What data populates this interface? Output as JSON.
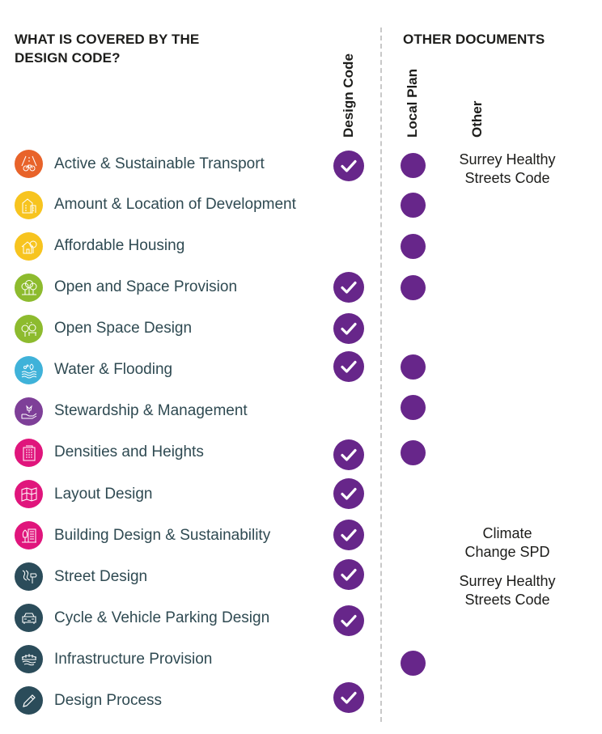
{
  "headings": {
    "main": "WHAT IS COVERED BY THE DESIGN CODE?",
    "main_line1": "WHAT IS COVERED BY THE",
    "main_line2": "DESIGN CODE?",
    "other_documents": "OTHER DOCUMENTS"
  },
  "columns": {
    "design_code": "Design Code",
    "local_plan": "Local Plan",
    "other": "Other"
  },
  "colors": {
    "marker_purple": "#67268a",
    "label_text": "#2f4a52",
    "heading_text": "#1d1d1b",
    "divider": "#c8c8c8",
    "orange": "#e8632a",
    "yellow": "#f7c41f",
    "lime": "#8dbb2e",
    "blue": "#3fb2d9",
    "purple": "#7e3f98",
    "magenta": "#e0157c",
    "slate": "#2b4c5a"
  },
  "rows": [
    {
      "label": "Active & Sustainable Transport",
      "icon": "bicycle-road-icon",
      "icon_color": "#e8632a",
      "design_code": true,
      "local_plan": true,
      "other": "Surrey Healthy Streets Code"
    },
    {
      "label": "Amount & Location of Development",
      "icon": "buildings-icon",
      "icon_color": "#f7c41f",
      "design_code": false,
      "local_plan": true,
      "other": ""
    },
    {
      "label": "Affordable Housing",
      "icon": "house-icon",
      "icon_color": "#f7c41f",
      "design_code": false,
      "local_plan": true,
      "other": ""
    },
    {
      "label": "Open and Space Provision",
      "icon": "trees-icon",
      "icon_color": "#8dbb2e",
      "design_code": true,
      "local_plan": true,
      "other": ""
    },
    {
      "label": "Open Space Design",
      "icon": "park-bench-icon",
      "icon_color": "#8dbb2e",
      "design_code": true,
      "local_plan": false,
      "other": ""
    },
    {
      "label": "Water & Flooding",
      "icon": "water-waves-icon",
      "icon_color": "#3fb2d9",
      "design_code": true,
      "local_plan": true,
      "other": ""
    },
    {
      "label": "Stewardship & Management",
      "icon": "hand-plant-icon",
      "icon_color": "#7e3f98",
      "design_code": false,
      "local_plan": true,
      "other": ""
    },
    {
      "label": "Densities and Heights",
      "icon": "apartment-block-icon",
      "icon_color": "#e0157c",
      "design_code": true,
      "local_plan": true,
      "other": ""
    },
    {
      "label": "Layout Design",
      "icon": "map-icon",
      "icon_color": "#e0157c",
      "design_code": true,
      "local_plan": false,
      "other": ""
    },
    {
      "label": "Building Design & Sustainability",
      "icon": "building-tree-icon",
      "icon_color": "#e0157c",
      "design_code": true,
      "local_plan": false,
      "other": "Climate Change SPD"
    },
    {
      "label": "Street Design",
      "icon": "street-sign-icon",
      "icon_color": "#2b4c5a",
      "design_code": true,
      "local_plan": false,
      "other": "Surrey Healthy Streets Code"
    },
    {
      "label": "Cycle & Vehicle Parking Design",
      "icon": "car-icon",
      "icon_color": "#2b4c5a",
      "design_code": true,
      "local_plan": false,
      "other": ""
    },
    {
      "label": "Infrastructure Provision",
      "icon": "bridge-icon",
      "icon_color": "#2b4c5a",
      "design_code": false,
      "local_plan": true,
      "other": ""
    },
    {
      "label": "Design Process",
      "icon": "pencil-icon",
      "icon_color": "#2b4c5a",
      "design_code": true,
      "local_plan": false,
      "other": ""
    }
  ],
  "other_notes": {
    "climate_line1": "Climate",
    "climate_line2": "Change SPD",
    "surrey_line1": "Surrey Healthy",
    "surrey_line2": "Streets Code"
  }
}
